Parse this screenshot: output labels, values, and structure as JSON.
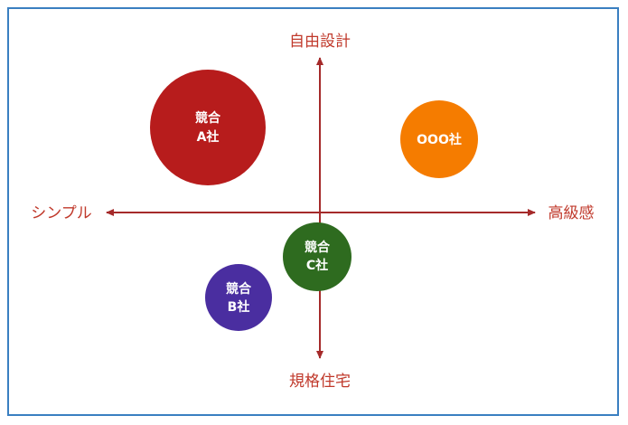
{
  "axes": {
    "top": "自由設計",
    "bottom": "規格住宅",
    "left": "シンプル",
    "right": "高級感",
    "color": "#a52a2a"
  },
  "bubbles": [
    {
      "key": "a",
      "lines": [
        "競合",
        "A社"
      ],
      "color": "#b71c1c"
    },
    {
      "key": "own",
      "lines": [
        "OOO社"
      ],
      "color": "#f57c00"
    },
    {
      "key": "c",
      "lines": [
        "競合",
        "C社"
      ],
      "color": "#2e6b1f"
    },
    {
      "key": "b",
      "lines": [
        "競合",
        "B社"
      ],
      "color": "#4a2ea0"
    }
  ]
}
